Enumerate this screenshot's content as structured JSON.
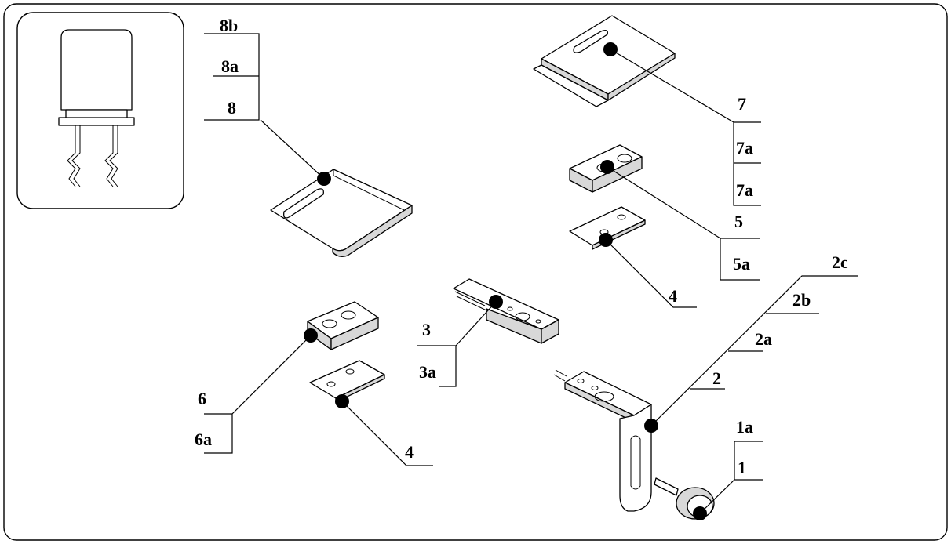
{
  "labels": {
    "l8b": "8b",
    "l8a": "8a",
    "l8": "8",
    "l7": "7",
    "l7a_1": "7a",
    "l7a_2": "7a",
    "l5": "5",
    "l5a": "5a",
    "l4_top": "4",
    "l4_bottom": "4",
    "l3": "3",
    "l3a": "3a",
    "l6": "6",
    "l6a": "6a",
    "l2c": "2c",
    "l2b": "2b",
    "l2a": "2a",
    "l2": "2",
    "l1a": "1a",
    "l1": "1"
  }
}
